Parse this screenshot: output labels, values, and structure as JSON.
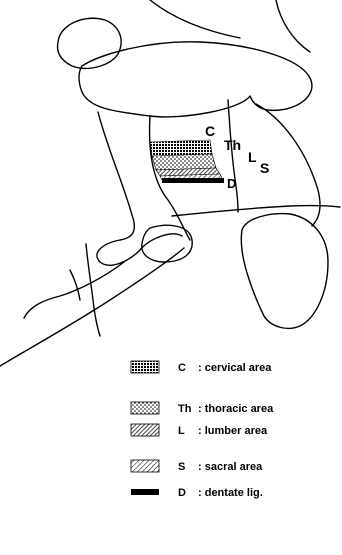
{
  "diagram": {
    "area_labels": {
      "cervical": "C",
      "thoracic": "Th",
      "lumbar": "L",
      "sacral": "S",
      "dentate": "D"
    },
    "legend": [
      {
        "code": "C",
        "text": ": cervical area",
        "pattern": "cervical"
      },
      {
        "code": "Th",
        "text": ": thoracic area",
        "pattern": "thoracic"
      },
      {
        "code": "L",
        "text": ": lumber area",
        "pattern": "lumbar"
      },
      {
        "code": "S",
        "text": ": sacral area",
        "pattern": "sacral"
      },
      {
        "code": "D",
        "text": ": dentate lig.",
        "pattern": "dentate"
      }
    ]
  }
}
